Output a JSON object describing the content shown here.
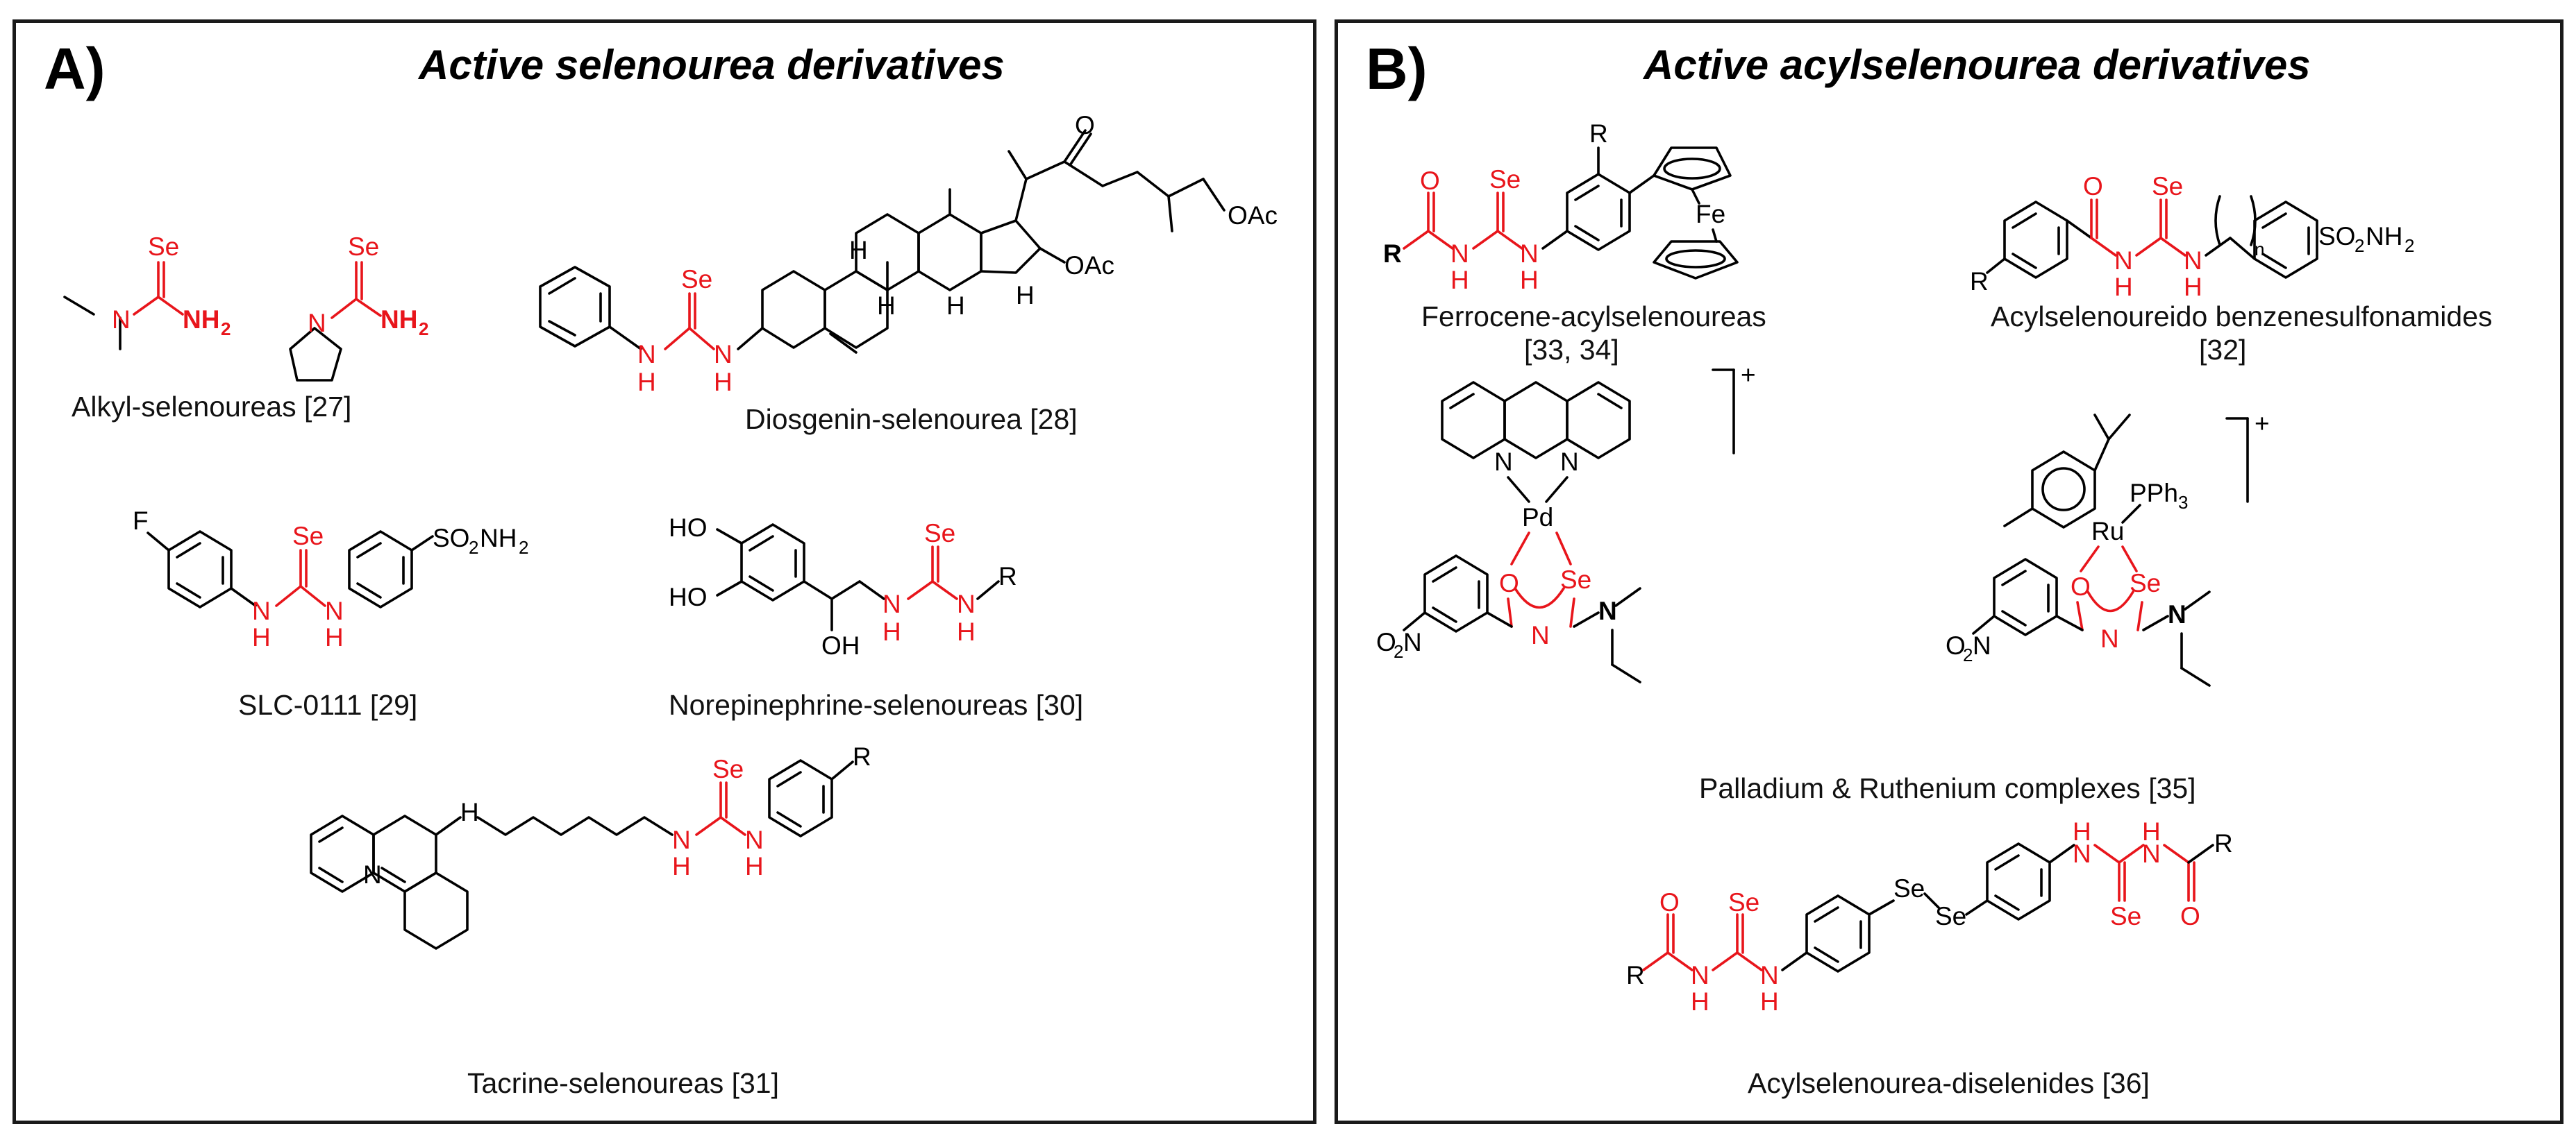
{
  "panel_a": {
    "letter": "A)",
    "title": "Active selenourea derivatives",
    "captions": {
      "alkyl": "Alkyl-selenoureas [27]",
      "diosgenin": "Diosgenin-selenourea [28]",
      "slc": "SLC-0111 [29]",
      "norepinephrine": "Norepinephrine-selenoureas [30]",
      "tacrine": "Tacrine-selenoureas [31]"
    }
  },
  "panel_b": {
    "letter": "B)",
    "title": "Active acylselenourea derivatives",
    "captions": {
      "ferrocene": "Ferrocene-acylselenoureas",
      "ferrocene_ref": "[33, 34]",
      "sulfonamide": "Acylselenoureido benzenesulfonamides",
      "sulfonamide_ref": "[32]",
      "complexes": "Palladium & Ruthenium complexes [35]",
      "diselenides": "Acylselenourea-diselenides [36]"
    }
  },
  "colors": {
    "highlight": "#e8151b",
    "structure": "#000000",
    "border": "#1a1a1a"
  }
}
